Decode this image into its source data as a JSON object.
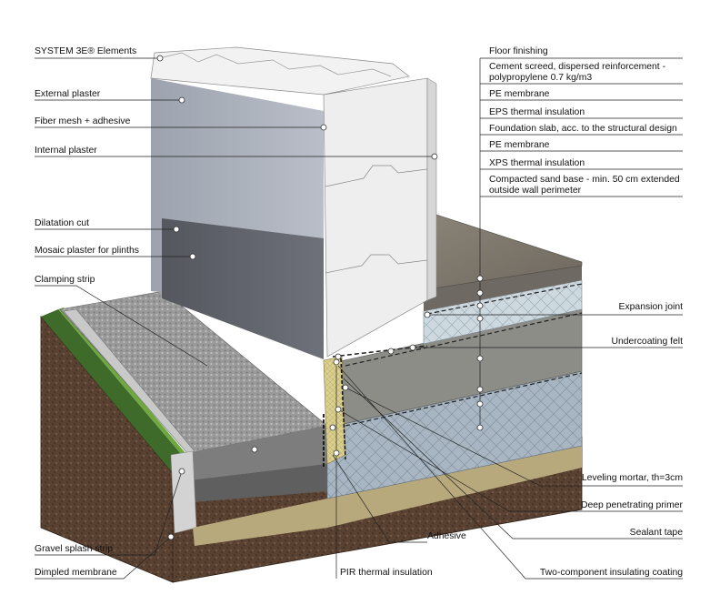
{
  "labels_left": [
    "SYSTEM 3E® Elements",
    "External plaster",
    "Fiber mesh + adhesive",
    "Internal plaster",
    "Dilatation cut",
    "Mosaic plaster for plinths",
    "Clamping strip",
    "Gravel splash strip",
    "Dimpled membrane"
  ],
  "labels_right_top": [
    "Floor finishing",
    "Cement screed, dispersed reinforcement - polypropylene 0.7 kg/m3",
    "PE membrane",
    "EPS thermal insulation",
    "Foundation slab, acc. to the structural design",
    "PE membrane",
    "XPS thermal insulation",
    "Compacted sand base - min. 50 cm extended outside wall perimeter"
  ],
  "labels_right_mid": [
    "Expansion joint",
    "Undercoating felt"
  ],
  "labels_right_bottom": [
    "Leveling mortar, th=3cm",
    "Deep penetrating primer",
    "Sealant tape",
    "Two-component insulating coating"
  ],
  "labels_bottom": [
    "Adhesive",
    "PIR thermal insulation"
  ]
}
